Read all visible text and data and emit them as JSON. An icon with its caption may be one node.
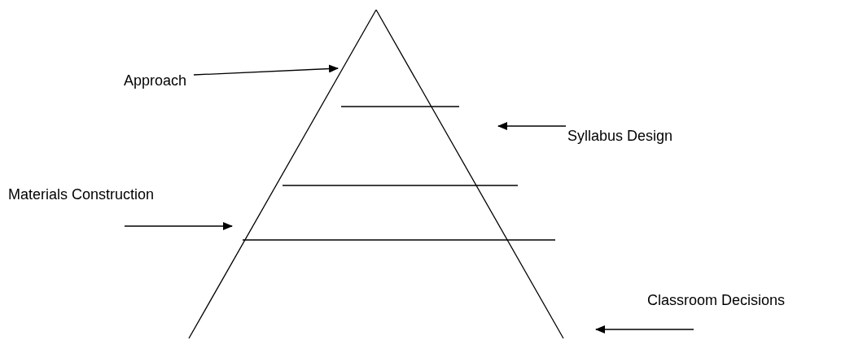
{
  "diagram": {
    "nodes": [
      {
        "text": [
          "Approach"
        ]
      },
      {
        "text": [
          "Syllabus Design"
        ]
      },
      {
        "text": [
          "Materials Construction"
        ]
      },
      {
        "text": [
          "Classroom Decisions"
        ]
      }
    ],
    "edges": [
      {
        "from": 0,
        "to": null,
        "arrow": "to"
      },
      {
        "from": 1,
        "to": null,
        "arrow": "to"
      },
      {
        "from": 2,
        "to": null,
        "arrow": "to"
      },
      {
        "from": 3,
        "to": null,
        "arrow": "to"
      }
    ]
  }
}
